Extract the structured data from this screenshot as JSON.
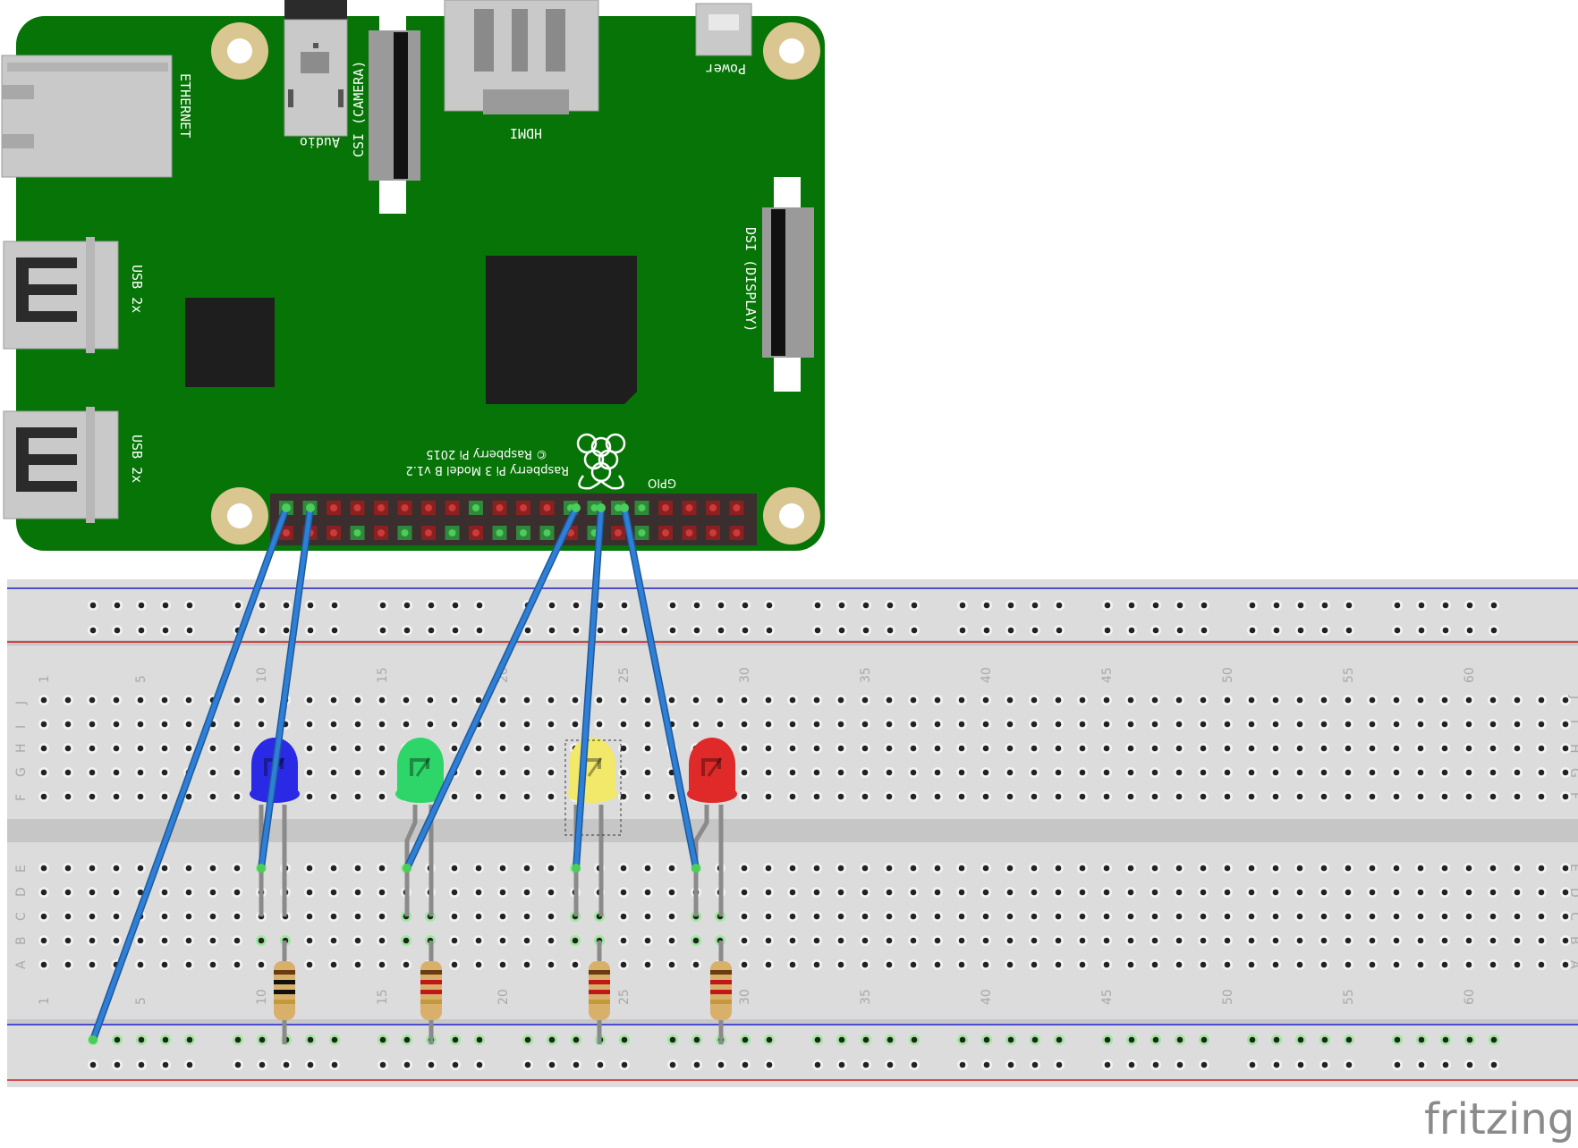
{
  "board": {
    "model_line1": "Raspberry Pi 3 Model B v1.2",
    "model_line2": "© Raspberry Pi 2015",
    "gpio": "GPIO",
    "hdmi": "HDMI",
    "power": "Power",
    "audio": "Audio",
    "csi": "CSI (CAMERA)",
    "dsi": "DSI (DISPLAY)",
    "ethernet": "ETHERNET",
    "usb1": "USB 2x",
    "usb2": "USB 2x"
  },
  "breadboard": {
    "column_numbers": [
      "1",
      "5",
      "10",
      "15",
      "20",
      "25",
      "30",
      "35",
      "40",
      "45",
      "50",
      "55",
      "60"
    ],
    "row_letters_top": [
      "J",
      "I",
      "H",
      "G",
      "F"
    ],
    "row_letters_bottom": [
      "E",
      "D",
      "C",
      "B",
      "A"
    ]
  },
  "leds": [
    {
      "name": "blue",
      "color": "#2a2ae6"
    },
    {
      "name": "green",
      "color": "#2ed66a"
    },
    {
      "name": "yellow",
      "color": "#f2e86a"
    },
    {
      "name": "red",
      "color": "#e02a2a"
    }
  ],
  "wire_color": "#2f7fd6",
  "watermark": "fritzing"
}
